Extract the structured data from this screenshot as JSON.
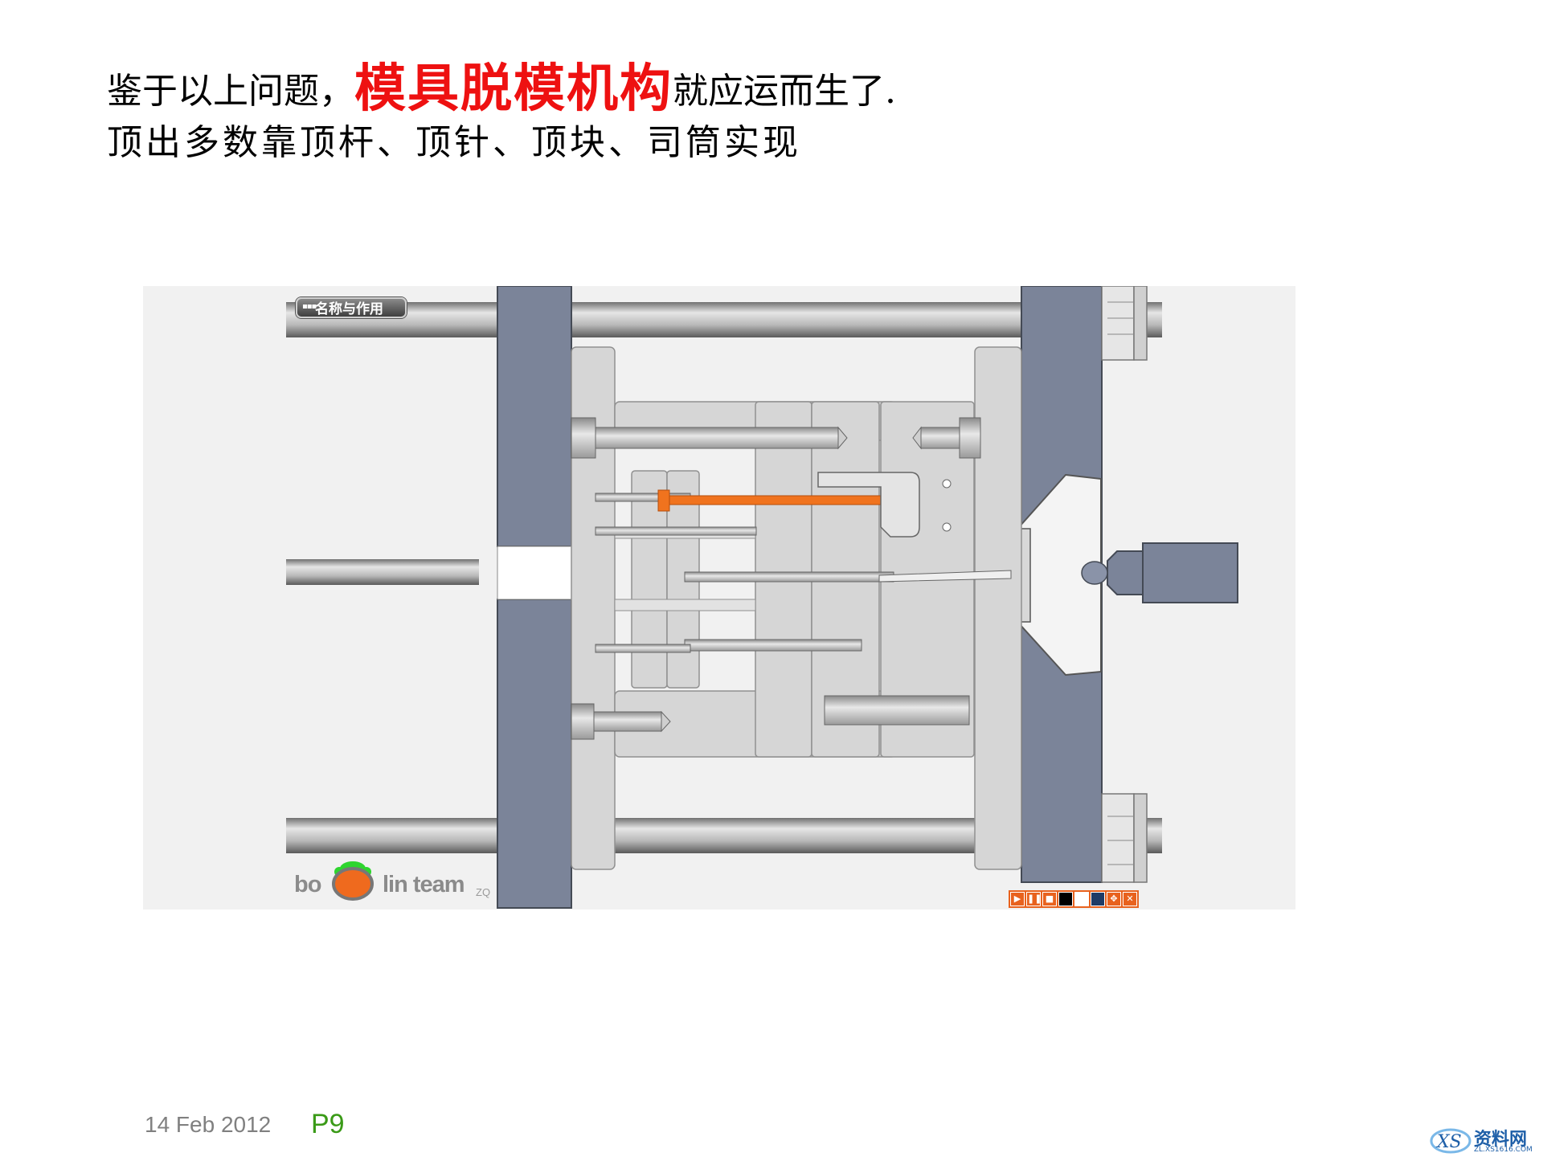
{
  "heading": {
    "line1_prefix": "鉴于以上问题，",
    "line1_highlight": "模具脱模机构",
    "line1_suffix": "就应运而生了.",
    "line2": "顶出多数靠顶杆、顶针、顶块、司筒实现",
    "highlight_color": "#ee1111"
  },
  "animation": {
    "name_button_label": "名称与作用",
    "logo_left": "bo",
    "logo_right": "lin team",
    "logo_suffix": "ZQ",
    "player_controls": [
      {
        "name": "play",
        "icon": "play-icon",
        "glyph": "▶"
      },
      {
        "name": "pause",
        "icon": "pause-icon",
        "glyph": "❚❚"
      },
      {
        "name": "stop",
        "icon": "stop-icon",
        "glyph": "■"
      },
      {
        "name": "color-black",
        "icon": "swatch-black-icon",
        "glyph": "",
        "color": "#000000"
      },
      {
        "name": "color-white",
        "icon": "swatch-white-icon",
        "glyph": "",
        "color": "#ffffff"
      },
      {
        "name": "color-navy",
        "icon": "swatch-navy-icon",
        "glyph": "",
        "color": "#1f3b66"
      },
      {
        "name": "move",
        "icon": "move-icon",
        "glyph": "✥"
      },
      {
        "name": "close",
        "icon": "close-icon",
        "glyph": "✕"
      }
    ],
    "colors": {
      "platen": "#7b8499",
      "plate_light": "#d6d6d6",
      "ejector_highlight": "#f0731e",
      "player": "#e8621e"
    }
  },
  "footer": {
    "date": "14 Feb 2012",
    "page": "P9"
  },
  "watermark": {
    "text": "资料网",
    "sub": "ZL.XS1616.COM"
  }
}
